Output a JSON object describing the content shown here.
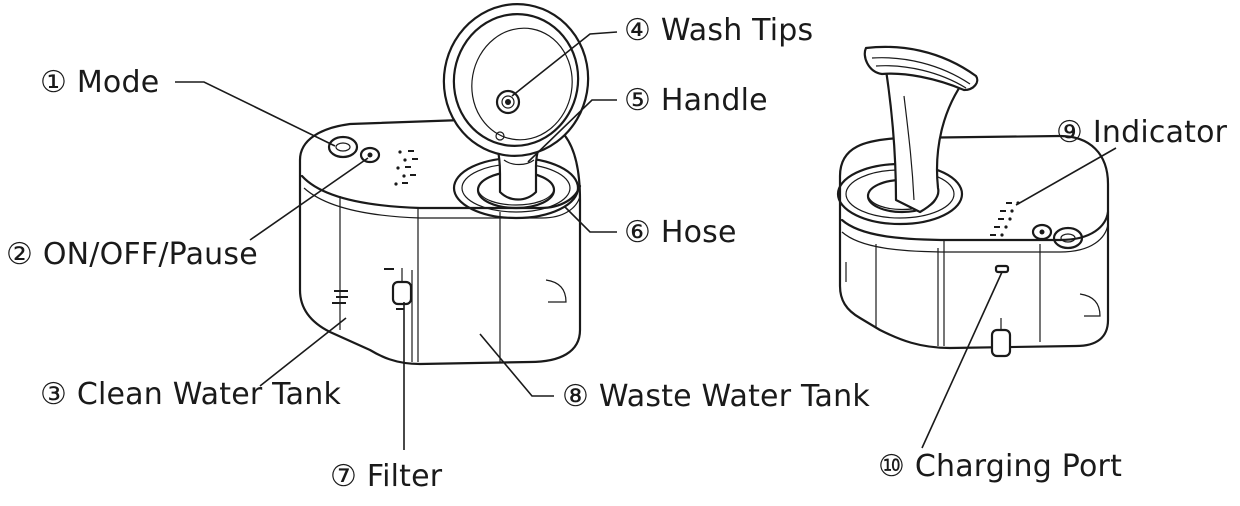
{
  "labels": {
    "mode": "① Mode",
    "onoff": "② ON/OFF/Pause",
    "clean": "③ Clean Water Tank",
    "tips": "④ Wash Tips",
    "handle": "⑤ Handle",
    "hose": "⑥ Hose",
    "filter": "⑦ Filter",
    "waste": "⑧ Waste Water Tank",
    "indicator": "⑨ Indicator",
    "charging": "⑩ Charging Port"
  }
}
